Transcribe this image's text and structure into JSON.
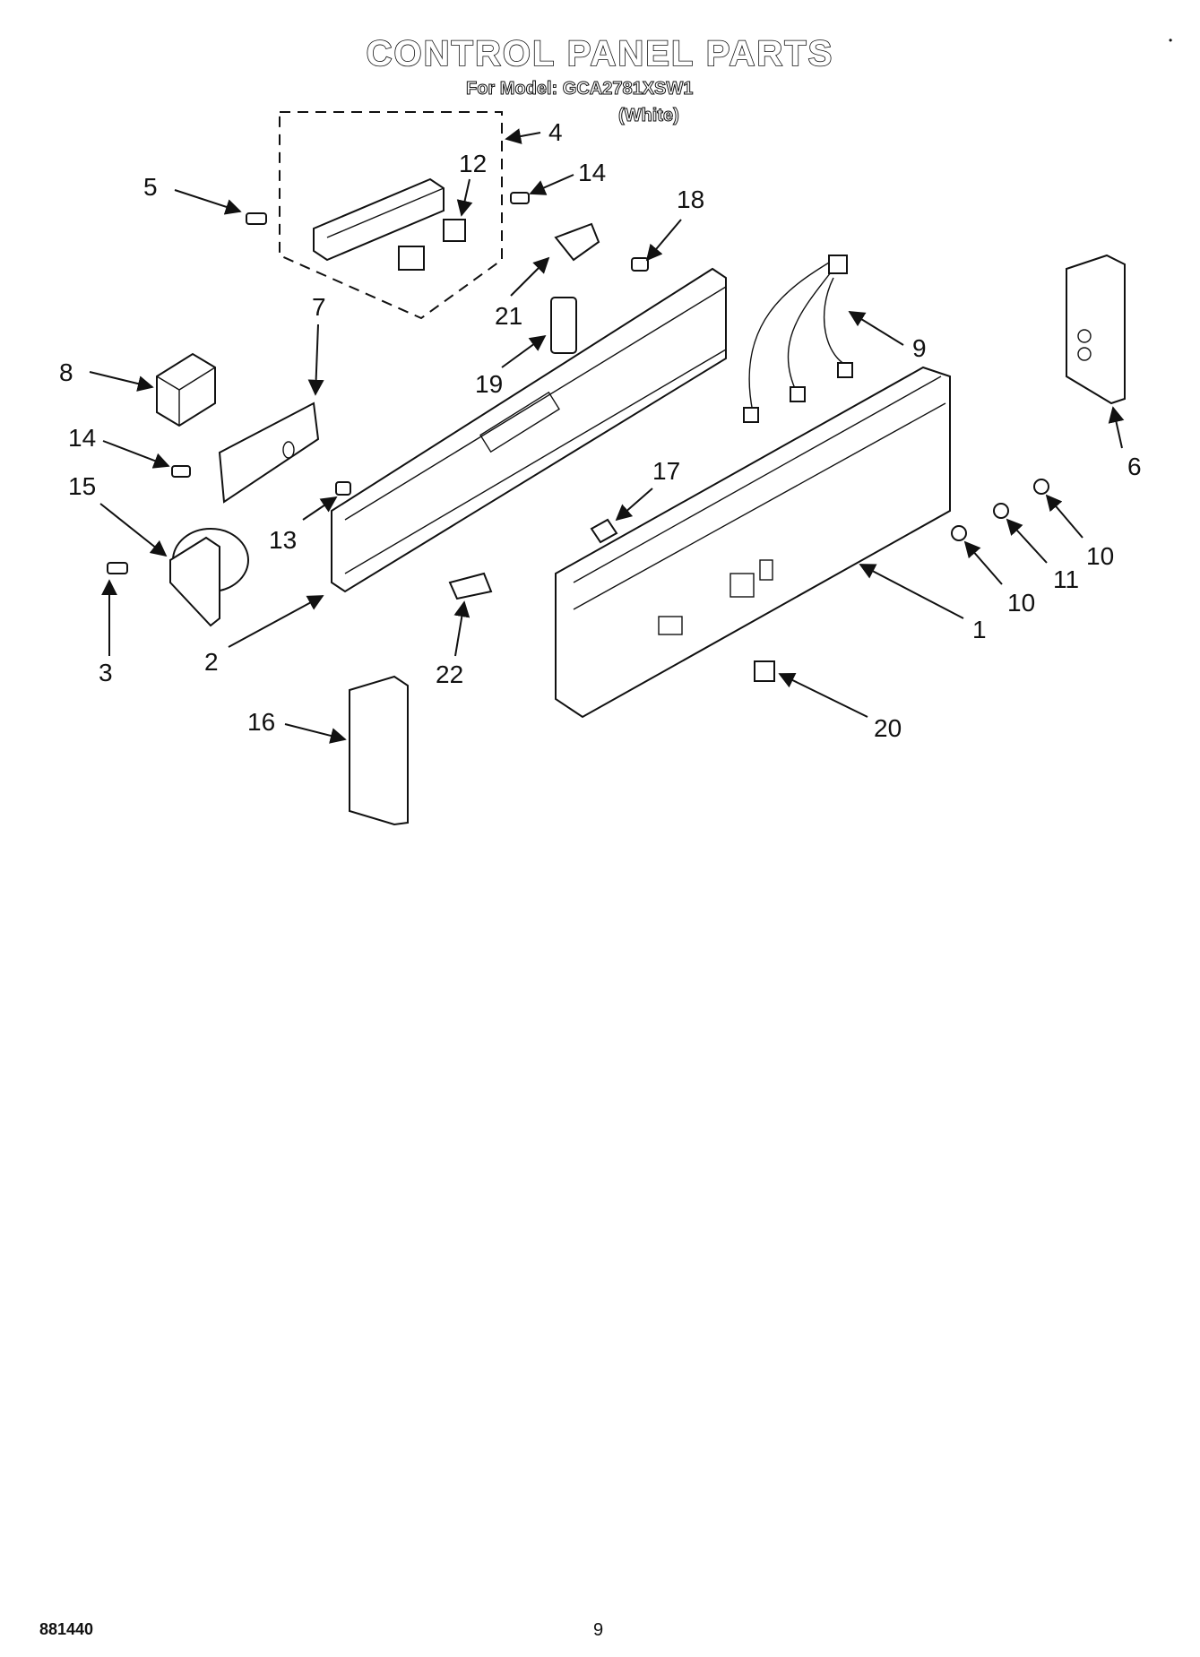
{
  "header": {
    "title": "CONTROL PANEL PARTS",
    "model_line": "For Model: GCA2781XSW1",
    "color_note": "(White)"
  },
  "callouts": [
    {
      "id": "c1",
      "label": "1"
    },
    {
      "id": "c2",
      "label": "2"
    },
    {
      "id": "c3",
      "label": "3"
    },
    {
      "id": "c4",
      "label": "4"
    },
    {
      "id": "c5",
      "label": "5"
    },
    {
      "id": "c6",
      "label": "6"
    },
    {
      "id": "c7",
      "label": "7"
    },
    {
      "id": "c8",
      "label": "8"
    },
    {
      "id": "c9",
      "label": "9"
    },
    {
      "id": "c10a",
      "label": "10"
    },
    {
      "id": "c10b",
      "label": "10"
    },
    {
      "id": "c11",
      "label": "11"
    },
    {
      "id": "c12",
      "label": "12"
    },
    {
      "id": "c13",
      "label": "13"
    },
    {
      "id": "c14a",
      "label": "14"
    },
    {
      "id": "c14b",
      "label": "14"
    },
    {
      "id": "c15",
      "label": "15"
    },
    {
      "id": "c16",
      "label": "16"
    },
    {
      "id": "c17",
      "label": "17"
    },
    {
      "id": "c18",
      "label": "18"
    },
    {
      "id": "c19",
      "label": "19"
    },
    {
      "id": "c20",
      "label": "20"
    },
    {
      "id": "c21",
      "label": "21"
    },
    {
      "id": "c22",
      "label": "22"
    }
  ],
  "footer": {
    "doc_number": "881440",
    "page_number": "9"
  }
}
